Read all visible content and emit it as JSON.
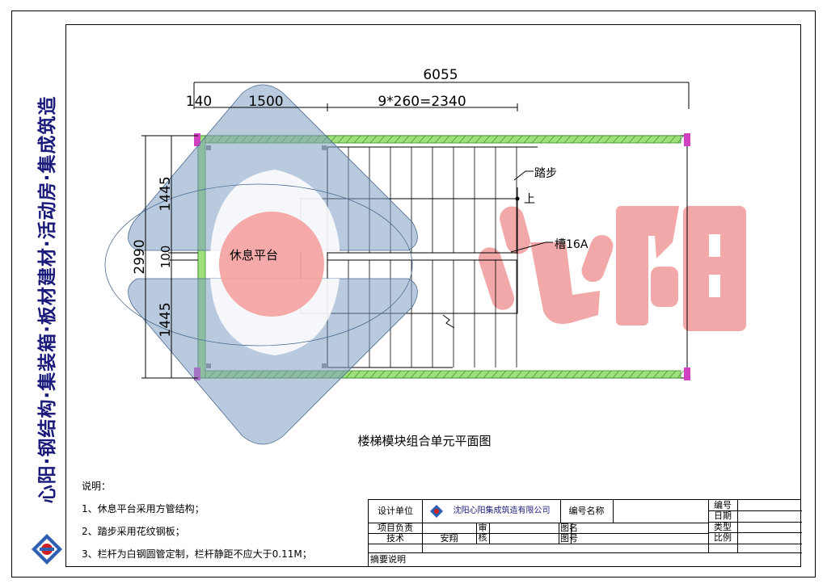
{
  "side_banner": "心阳·钢结构·集装箱·板材建材·活动房·集成筑造",
  "dimensions": {
    "total_width": "6055",
    "offset": "140",
    "landing_width": "1500",
    "treads": "9*260=2340",
    "total_depth": "2990",
    "upper_flight": "1445",
    "gap": "100",
    "lower_flight": "1445"
  },
  "labels": {
    "landing": "休息平台",
    "tread": "踏步",
    "up": "上",
    "channel": "槽16A",
    "watermark": "心阳"
  },
  "drawing_title": "楼梯模块组合单元平面图",
  "notes": {
    "heading": "说明：",
    "items": [
      "1、休息平台采用方管结构；",
      "2、踏步采用花纹钢板；",
      "3、栏杆为白钢圆管定制，栏杆静距不应大于0.11M；"
    ]
  },
  "title_block": {
    "design_unit_label": "设计单位",
    "company": "沈阳心阳集成筑造有限公司",
    "project_name_label": "编号名称",
    "number_label": "编号",
    "date_label": "日期",
    "type_label": "类型",
    "scale_label": "比例",
    "project_lead_label": "项目负责",
    "tech_label": "技术",
    "tech_name": "安翔",
    "review_label": "审核",
    "drawing_name_label": "图名",
    "drawing_no_label": "图号",
    "summary_label": "摘要说明"
  },
  "colors": {
    "logo_blue": "#7f9ec2",
    "watermark_red": "#f2a8a8",
    "landing_red": "#f5a0a0",
    "rail_green": "#9ee07a",
    "brand_text": "#1a1a7a"
  }
}
